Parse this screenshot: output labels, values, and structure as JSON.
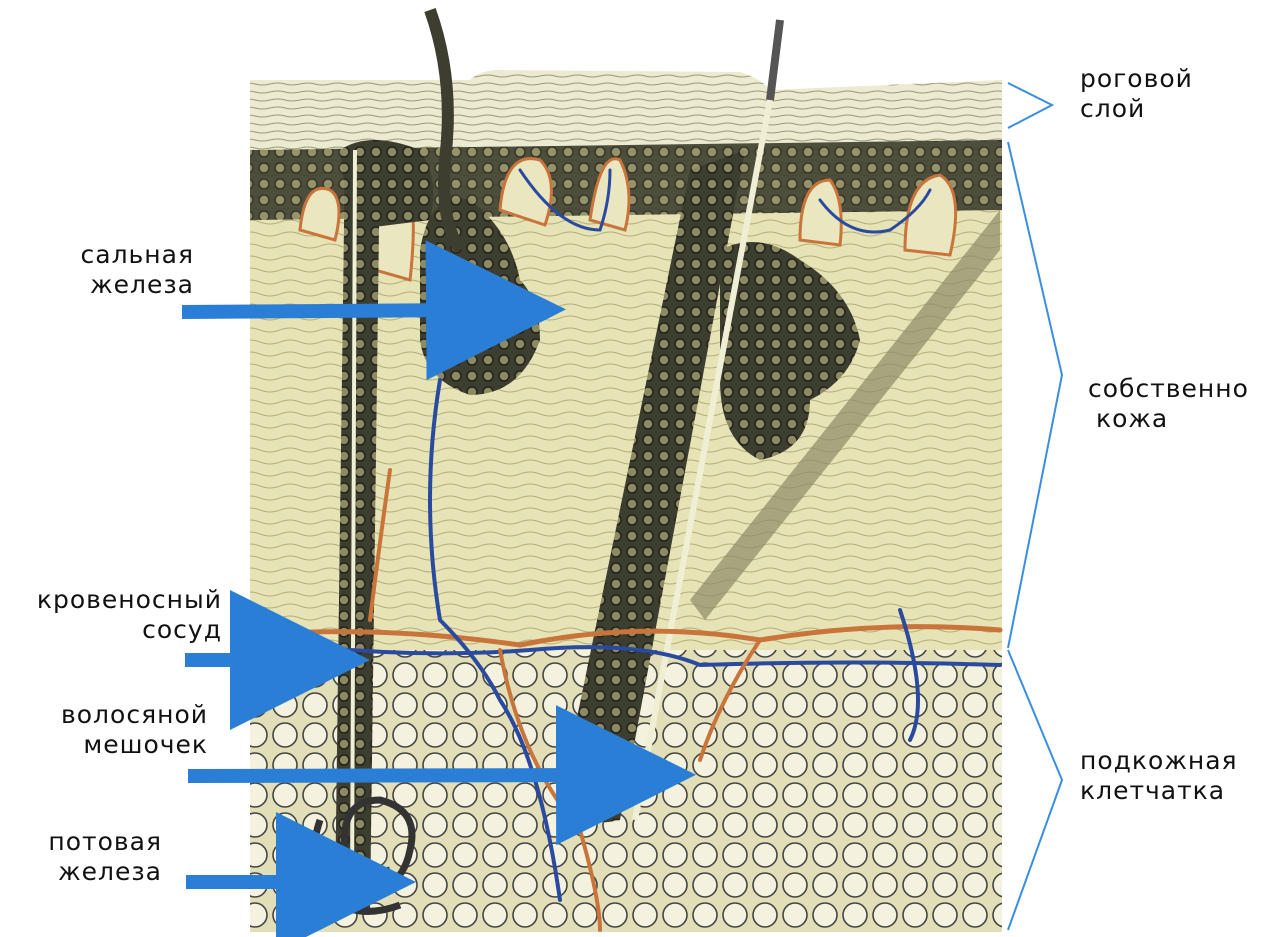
{
  "labels": {
    "sebaceous_gland": [
      "сальная",
      "железа"
    ],
    "blood_vessel": [
      "кровеносный",
      "сосуд"
    ],
    "hair_follicle": [
      "волосяной",
      "мешочек"
    ],
    "sweat_gland": [
      "потовая",
      "железа"
    ],
    "stratum_corneum": [
      "роговой",
      "слой"
    ],
    "dermis": [
      "собственно",
      "кожа"
    ],
    "hypodermis": [
      "подкожная",
      "клетчатка"
    ]
  },
  "colors": {
    "tissue": "#e8e4b8",
    "tissue_dark": "#c9c58a",
    "follicle": "#3a3a2e",
    "artery": "#c8743a",
    "vein": "#2a4aa0",
    "arrow": "#2a7ed6",
    "bracket": "#3a8ee0",
    "fat_cell": "#f2f0d8"
  }
}
